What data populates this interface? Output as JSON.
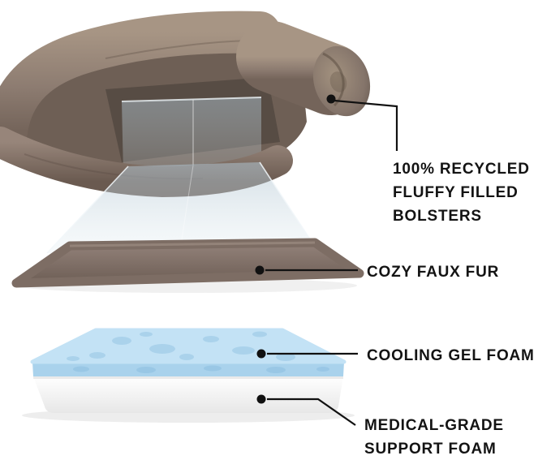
{
  "image": {
    "subject": "exploded-view pet sofa bed layers infographic"
  },
  "callouts": [
    {
      "id": "bolsters",
      "label": "100% RECYCLED FLUFFY FILLED BOLSTERS",
      "lines": [
        "100% RECYCLED",
        "FLUFFY FILLED",
        "BOLSTERS"
      ]
    },
    {
      "id": "faux-fur",
      "label": "COZY FAUX FUR",
      "lines": [
        "COZY FAUX FUR"
      ]
    },
    {
      "id": "cooling-gel",
      "label": "COOLING GEL FOAM",
      "lines": [
        "COOLING GEL FOAM"
      ]
    },
    {
      "id": "support-foam",
      "label": "MEDICAL-GRADE SUPPORT FOAM",
      "lines": [
        "MEDICAL-GRADE",
        "SUPPORT FOAM"
      ]
    }
  ],
  "colors": {
    "background": "#ffffff",
    "bed_fabric": "#8b7a6f",
    "bed_fabric_dark": "#6e5f55",
    "fur_layer": "#83726a",
    "gel_foam": "#c3e2f5",
    "gel_foam_front": "#a9d2ec",
    "support_foam": "#f9f9f9",
    "glass_pane": "#b7c6d2",
    "callout": "#111111"
  }
}
